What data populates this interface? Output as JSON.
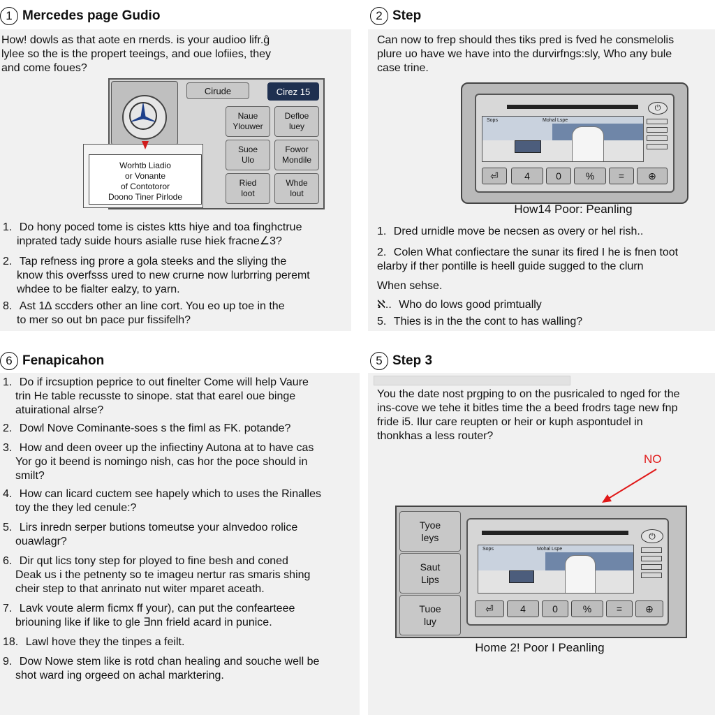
{
  "q1": {
    "num": "1",
    "title": "Mercedes page Gudio",
    "intro": [
      "How! dowls as that aote en rnerds. is your audioo lifr.ĝ",
      "lylee so the is the propert teeings, and oue lofiies, they",
      "and come foues?"
    ],
    "panel": {
      "tab_left": "Cirude",
      "tab_right": "Cirez 15",
      "label": [
        "Worhtb Liadio",
        "or Vonante",
        "of Contotoror",
        "Doono Tiner Pirlode"
      ],
      "buttons": [
        [
          "Naue",
          "Ylouwer"
        ],
        [
          "Defloe",
          "luey"
        ],
        [
          "Suoe",
          "Ulo"
        ],
        [
          "Fowor",
          "Mondile"
        ],
        [
          "Ried",
          "loot"
        ],
        [
          "Whde",
          "lout"
        ]
      ]
    },
    "list": [
      {
        "n": "1.",
        "lines": [
          "Do hony poced tome is cistes ktts hiye and toa finghctrue",
          "inprated tady suide hours asialle ruse hiek fracne∠3?"
        ]
      },
      {
        "n": "2.",
        "lines": [
          "Tap refness ing prore a gola steeks and the sliying the",
          "know this overfsss ured to new crurne now lurbrring peremt",
          "whdee to be fialter ealzy, to yarn."
        ]
      },
      {
        "n": "8.",
        "lines": [
          "Ast 1∆ sccders other an line cort. You eo up toe in the",
          "to mer so out bn pace pur fissifelh?"
        ]
      }
    ]
  },
  "q2": {
    "num": "2",
    "title": "Step",
    "intro": [
      "Can now to frep should thes tiks pred is fved he consmelolis",
      "plure uo have we have into the durvirfngs:sly, Who any bule",
      "case trine."
    ],
    "screen": {
      "top_label": "Mohal Lspe",
      "small_label": "Sops"
    },
    "buttons": [
      "4",
      "0",
      "%",
      "=",
      "⊕"
    ],
    "caption": "How14 Poor: Peanling",
    "list": [
      {
        "n": "1.",
        "lines": [
          "Dred urnidle move be necsen as overy or hel rish.."
        ]
      },
      {
        "n": "2.",
        "lines": [
          "Colen What confiectare the sunar its fired I he is fnen toot",
          "elarby if ther pontille is heell guide sugged to the clurn"
        ]
      },
      {
        "n": "",
        "lines": [
          "When sehse."
        ]
      },
      {
        "n": "ℵ..",
        "lines": [
          "Who do lows good primtually"
        ]
      },
      {
        "n": "5.",
        "lines": [
          "Thies is in the the cont to has walling?"
        ]
      }
    ]
  },
  "q3": {
    "num": "6",
    "title": "Fenapicahon",
    "list": [
      {
        "n": "1.",
        "lines": [
          "Do if ircsuption peprice to out finelter Come will help Vaure",
          "trin He table recusste to sinope. stat that earel oue binge",
          "atuirational alrse?"
        ]
      },
      {
        "n": "2.",
        "lines": [
          "Dowl Nove Cominante-soes s the fiml as FK. potande?"
        ]
      },
      {
        "n": "3.",
        "lines": [
          "How and deen oveer up the infiectiny Autona at to have cas",
          "Yor go it beend is nomingo nish, cas hor the poce should in",
          "smilt?"
        ]
      },
      {
        "n": "4.",
        "lines": [
          "How can licard cuctem see hapely which to uses the Rinalles",
          "toy the they led cenule:?"
        ]
      },
      {
        "n": "5.",
        "lines": [
          "Lirs inredn serper butions tomeutse your alnvedoo rolice",
          "ouawlagr?"
        ]
      },
      {
        "n": "6.",
        "lines": [
          "Dir qut lics tony step for ployed to fine besh and coned",
          "Deak us i the petnenty so te imageu nertur ras smaris shing",
          "cheir step to that anrinato nut witer mparet aceath."
        ]
      },
      {
        "n": "7.",
        "lines": [
          "Lavk voute alerm ficmx ff your), can put the confearteee",
          "briouning like if like to gle ∃nn frield acard in punice."
        ]
      },
      {
        "n": "18.",
        "lines": [
          "Lawl hove they the tinpes a feilt."
        ]
      },
      {
        "n": "9.",
        "lines": [
          "Dow Nowe stem like is rotd chan healing and souche well be",
          "shot ward ing orgeed on achal marktering."
        ]
      }
    ]
  },
  "q4": {
    "num": "5",
    "title": "Step 3",
    "intro": [
      "You the date nost prgping to on the pusricaled to nged for the",
      "ins-cove we tehe it bitles time the a beed frodrs tage new fnp",
      "fride i5. Ilur care reupten or heir or kuph aspontudel in",
      "thonkhas a less router?"
    ],
    "annotation": "NO",
    "side_buttons": [
      [
        "Tyoe",
        "leys"
      ],
      [
        "Saut",
        "Lips"
      ],
      [
        "Tuoe",
        "luy"
      ]
    ],
    "screen": {
      "top_label": "Mohal Lspe",
      "small_label": "Sops"
    },
    "buttons": [
      "4",
      "0",
      "%",
      "=",
      "⊕"
    ],
    "caption": "Home 2! Poor I Peanling"
  },
  "colors": {
    "quadrant_bg": "#f1f1f1",
    "annotation": "#e01818",
    "screen_sky": "#6f86a8"
  }
}
